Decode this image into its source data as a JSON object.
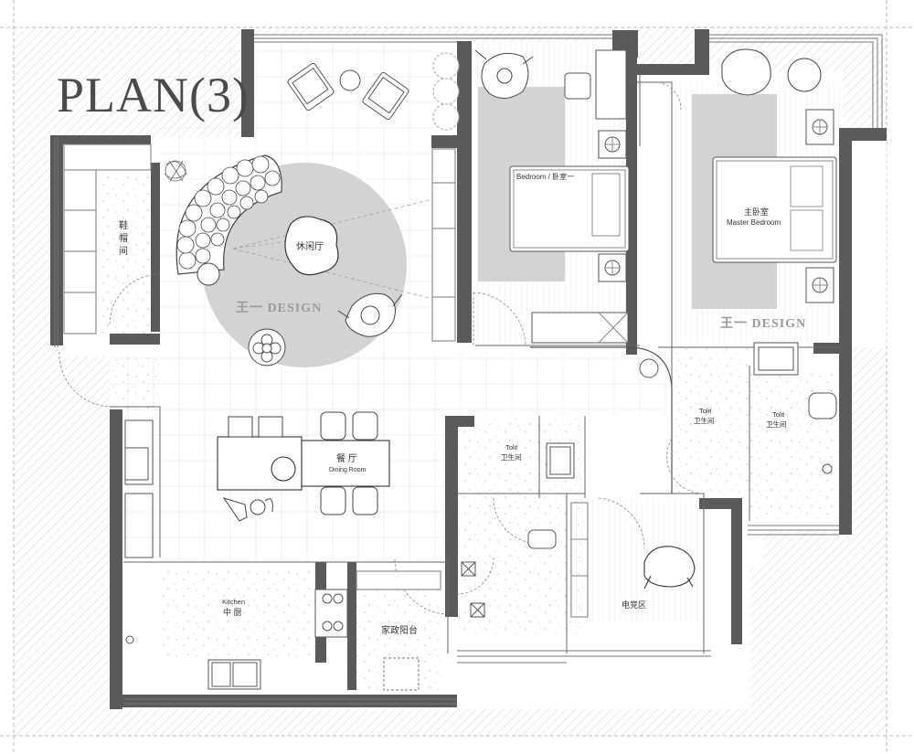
{
  "title": "PLAN(3)",
  "watermarks": [
    "王一 DESIGN",
    "王一 DESIGN"
  ],
  "rooms": {
    "shoe_room": [
      "鞋",
      "帽",
      "间"
    ],
    "lounge": "休闲厅",
    "bedroom1": "Bedroom / 卧室一",
    "master_cn": "主卧室",
    "master_en": "Master Bedroom",
    "dining_cn": "餐 厅",
    "dining_en": "Dining Room",
    "toilet_mid_en": "Tolit",
    "toilet_mid_cn": "卫生间",
    "toilet_r1_en": "Tolit",
    "toilet_r1_cn": "卫生间",
    "toilet_r2_en": "Tolit",
    "toilet_r2_cn": "卫生间",
    "kitchen_en": "Kitchen",
    "kitchen_cn": "中 厨",
    "laundry": "家政阳台",
    "gaming": "电竞区"
  },
  "colors": {
    "wall": "#5a5a5a",
    "rug": "#d3d3d3",
    "hatch": "#cfcfcf",
    "line": "#666666"
  }
}
